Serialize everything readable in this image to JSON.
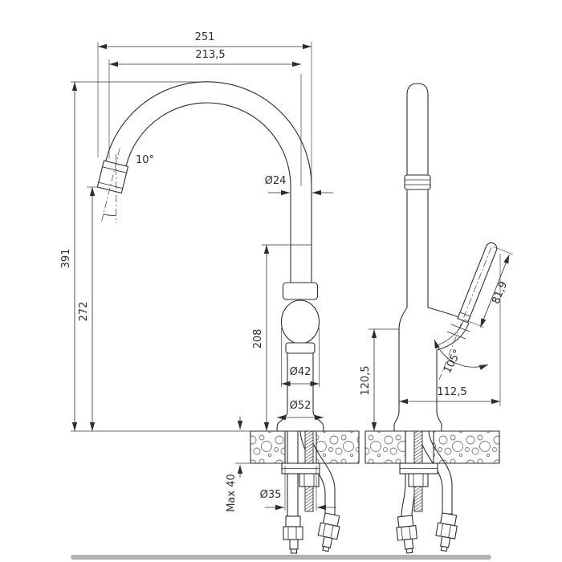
{
  "drawing": {
    "title": "kitchen-faucet-dimensional-drawing",
    "front": {
      "overall_width": "251",
      "spout_reach": "213,5",
      "spout_angle": "10°",
      "spout_diameter": "Ø24",
      "total_height": "391",
      "outlet_height": "272",
      "body_height": "208",
      "body_diameter": "Ø42",
      "base_diameter": "Ø52",
      "max_mount_thickness": "Max 40",
      "hole_diameter": "Ø35"
    },
    "side": {
      "handle_length": "81,9",
      "handle_angle": "105°",
      "body_height": "120,5",
      "depth": "112,5"
    }
  }
}
